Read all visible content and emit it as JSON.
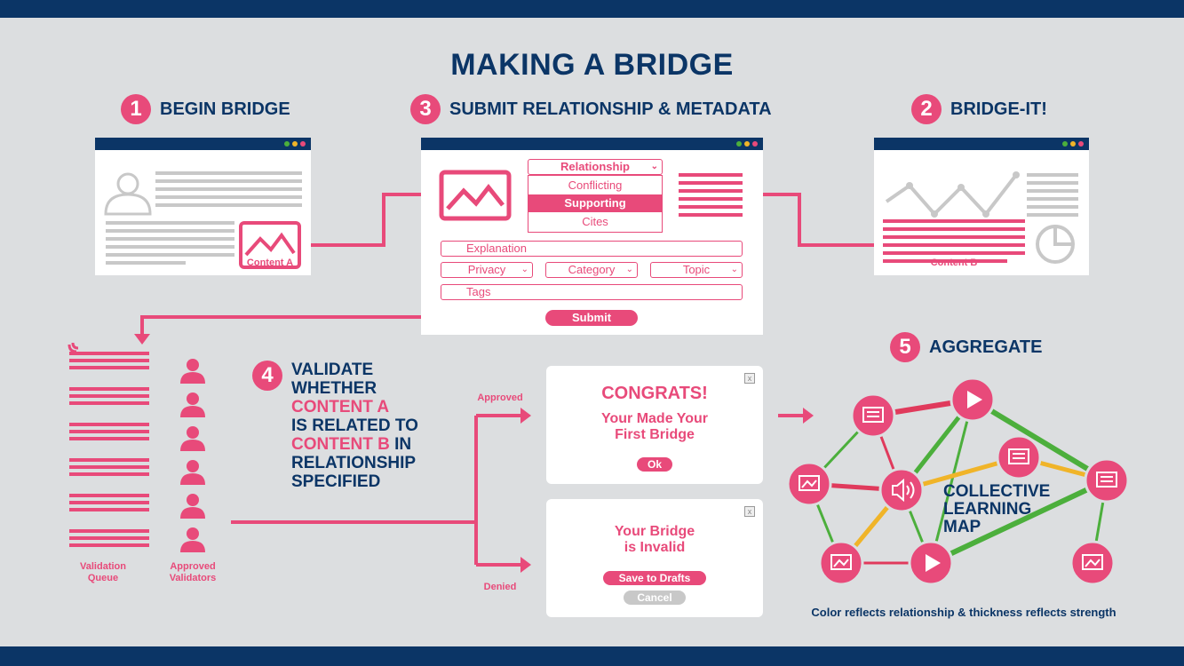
{
  "title": "MAKING A BRIDGE",
  "steps": {
    "s1": {
      "num": "1",
      "label": "BEGIN BRIDGE"
    },
    "s2": {
      "num": "2",
      "label": "BRIDGE-IT!"
    },
    "s3": {
      "num": "3",
      "label": "SUBMIT RELATIONSHIP & METADATA"
    },
    "s4": {
      "num": "4"
    },
    "s5": {
      "num": "5",
      "label": "AGGREGATE"
    }
  },
  "content_a_label": "Content A",
  "content_b_label": "Content B",
  "form": {
    "relationship_label": "Relationship",
    "options": [
      "Conflicting",
      "Supporting",
      "Cites"
    ],
    "selected": "Supporting",
    "explanation": "Explanation",
    "privacy": "Privacy",
    "category": "Category",
    "topic": "Topic",
    "tags": "Tags",
    "submit": "Submit"
  },
  "validate": {
    "line1": "VALIDATE",
    "line2": "WHETHER",
    "line3": "CONTENT A",
    "line4": "IS RELATED TO",
    "line5a": "CONTENT B",
    "line5b": " IN",
    "line6": "RELATIONSHIP",
    "line7": "SPECIFIED"
  },
  "validation_queue_label": "Validation Queue",
  "approved_validators_label": "Approved Validators",
  "approved_label": "Approved",
  "denied_label": "Denied",
  "congrats": {
    "title": "CONGRATS!",
    "line1": "Your Made Your",
    "line2": "First Bridge",
    "ok": "Ok"
  },
  "invalid": {
    "line1": "Your Bridge",
    "line2": "is Invalid",
    "save": "Save to Drafts",
    "cancel": "Cancel"
  },
  "map": {
    "line1": "COLLECTIVE",
    "line2": "LEARNING",
    "line3": "MAP",
    "caption": "Color reflects relationship & thickness reflects strength"
  },
  "colors": {
    "navy": "#0b3566",
    "pink": "#e84a7a",
    "gray": "#c8c8c8",
    "green": "#4caf3c",
    "yellow": "#f0b429",
    "red": "#e03a5c"
  }
}
